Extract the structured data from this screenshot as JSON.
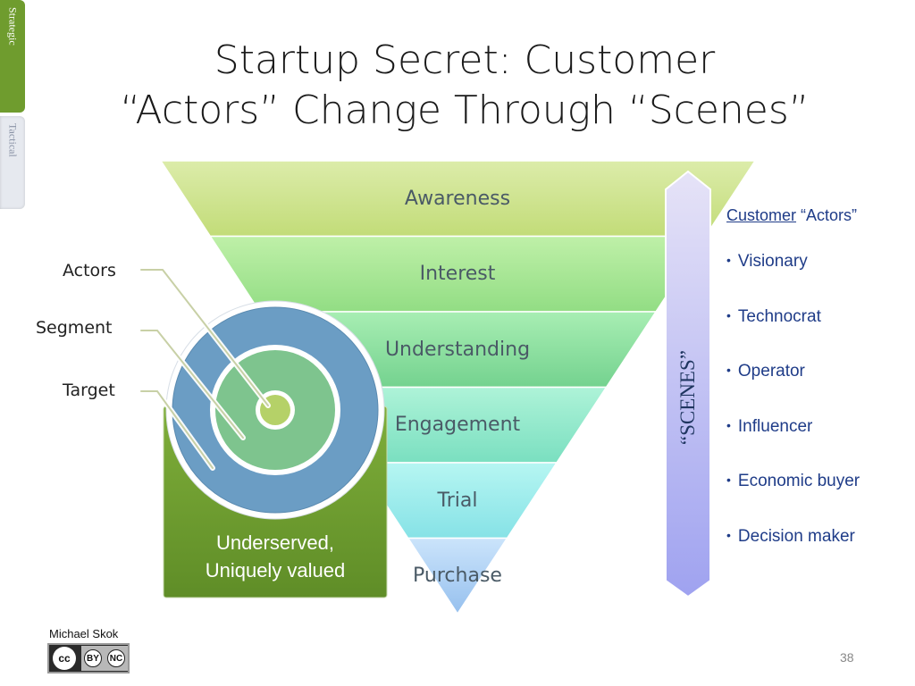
{
  "side_tabs": {
    "strategic": "Strategic",
    "tactical": "Tactical"
  },
  "title": {
    "line1": "Startup Secret: Customer",
    "line2": "“Actors” Change Through “Scenes”"
  },
  "funnel": {
    "stages": [
      "Awareness",
      "Interest",
      "Understanding",
      "Engagement",
      "Trial",
      "Purchase"
    ]
  },
  "target": {
    "labels": [
      "Actors",
      "Segment",
      "Target"
    ],
    "box_text": [
      "Underserved,",
      "Uniquely valued"
    ]
  },
  "scenes_label": "“SCENES”",
  "actors_panel": {
    "heading_underlined": "Customer",
    "heading_rest": "“Actors”",
    "items": [
      "Visionary",
      "Technocrat",
      "Operator",
      "Influencer",
      "Economic buyer",
      "Decision maker"
    ],
    "bullet": "•"
  },
  "footer": {
    "author": "Michael Skok",
    "license_badge": [
      "cc",
      "BY",
      "NC"
    ],
    "page_number": "38"
  },
  "colors": {
    "accent_green": "#6f9c2e",
    "funnel_stage_1": "#c7e07e",
    "funnel_stage_2": "#9fe08f",
    "funnel_stage_3": "#7fd89b",
    "funnel_stage_4": "#86e3c4",
    "funnel_stage_5": "#8fe6e6",
    "funnel_stage_6": "#a9cdf4",
    "target_outer": "#6b9dc4",
    "target_middle": "#7ec48e",
    "target_center": "#b5d168",
    "scenes_arrow": "#a6a9f2",
    "actors_text": "#1f3c88"
  }
}
